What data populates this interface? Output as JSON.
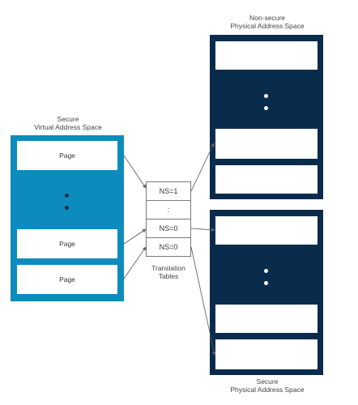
{
  "nonsecure_pas": {
    "title_line1": "Non-secure",
    "title_line2": "Physical Address Space"
  },
  "secure_vas": {
    "title_line1": "Secure",
    "title_line2": "Virtual Address Space",
    "pages": [
      "Page",
      "Page",
      "Page"
    ]
  },
  "secure_pas": {
    "title_line1": "Secure",
    "title_line2": "Physical Address Space"
  },
  "translation_tables": {
    "label_line1": "Translation",
    "label_line2": "Tables",
    "entries": [
      "NS=1",
      ":",
      "NS=0",
      "NS=0"
    ]
  },
  "colors": {
    "secure_virtual": "#0d8bbd",
    "physical": "#0a2c4c"
  }
}
